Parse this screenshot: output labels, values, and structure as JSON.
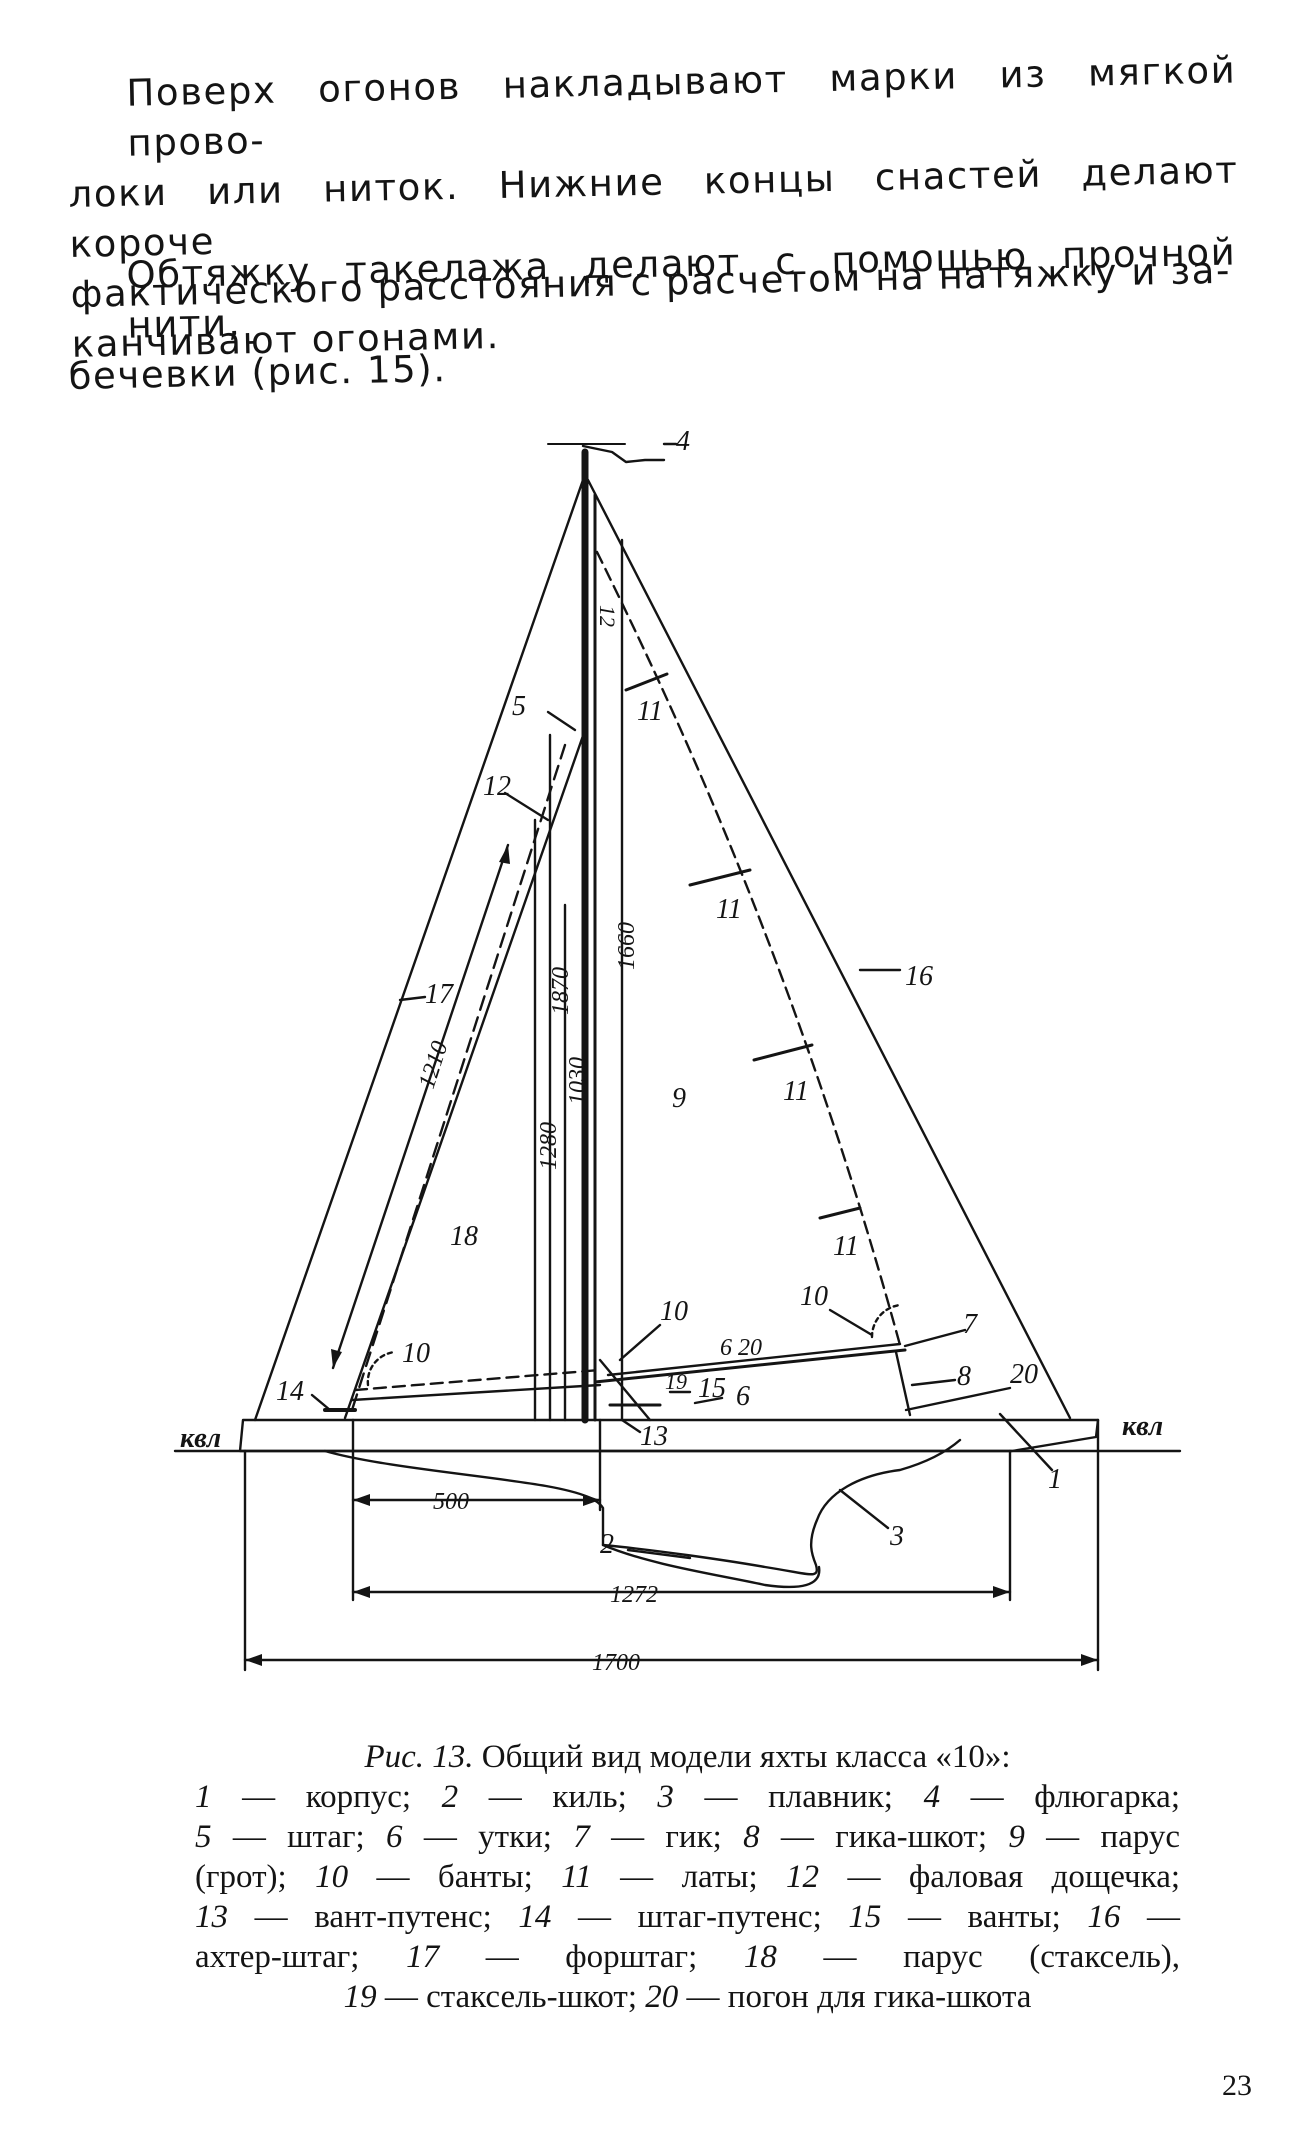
{
  "text": {
    "paragraph_1_lines": [
      "Поверх огонов накладывают марки из мягкой прово-",
      "локи или ниток. Нижние концы снастей делают короче",
      "фактического расстояния с расчетом на натяжку и за-",
      "канчивают огонами."
    ],
    "paragraph_2_lines": [
      "Обтяжку такелажа делают с помощью прочной нити,",
      "бечевки (рис. 15)."
    ]
  },
  "figure": {
    "labels": {
      "n1": "1",
      "n2": "2",
      "n3": "3",
      "n4": "4",
      "n5": "5",
      "n6": "6",
      "n7": "7",
      "n8": "8",
      "n9": "9",
      "n10": "10",
      "n11": "11",
      "n12": "12",
      "n13": "13",
      "n14": "14",
      "n15": "15",
      "n16": "16",
      "n17": "17",
      "n18": "18",
      "n19": "19",
      "n20": "20",
      "kvl": "квл"
    },
    "dimensions": {
      "d1700": "1700",
      "d1272": "1272",
      "d500": "500",
      "d1210": "1210",
      "d1280": "1280",
      "d1870": "1870",
      "d1030": "1030",
      "d1660": "1660",
      "d620": "6 20"
    }
  },
  "caption": {
    "lines": [
      [
        "Рис. 13.",
        " Общий вид модели яхты класса «10»:"
      ],
      [
        "1",
        " — корпус; ",
        "2",
        " — киль; ",
        "3",
        " — плавник; ",
        "4",
        " — флюгарка;"
      ],
      [
        "5",
        " — штаг; ",
        "6",
        " — утки; ",
        "7",
        " — гик; ",
        "8",
        " — гика-шкот; ",
        "9",
        " — парус"
      ],
      [
        "(грот); ",
        "10",
        " — банты; ",
        "11",
        " — латы; ",
        "12",
        " — фаловая дощечка;"
      ],
      [
        "13",
        " — вант-путенс; ",
        "14",
        " — штаг-путенс; ",
        "15",
        " — ванты; ",
        "16",
        " —"
      ],
      [
        "ахтер-штаг; ",
        "17",
        " — форштаг; ",
        "18",
        " — парус (стаксель),"
      ],
      [
        "19",
        " — стаксель-шкот; ",
        "20",
        " — погон для гика-шкота"
      ]
    ]
  },
  "page_number": "23"
}
